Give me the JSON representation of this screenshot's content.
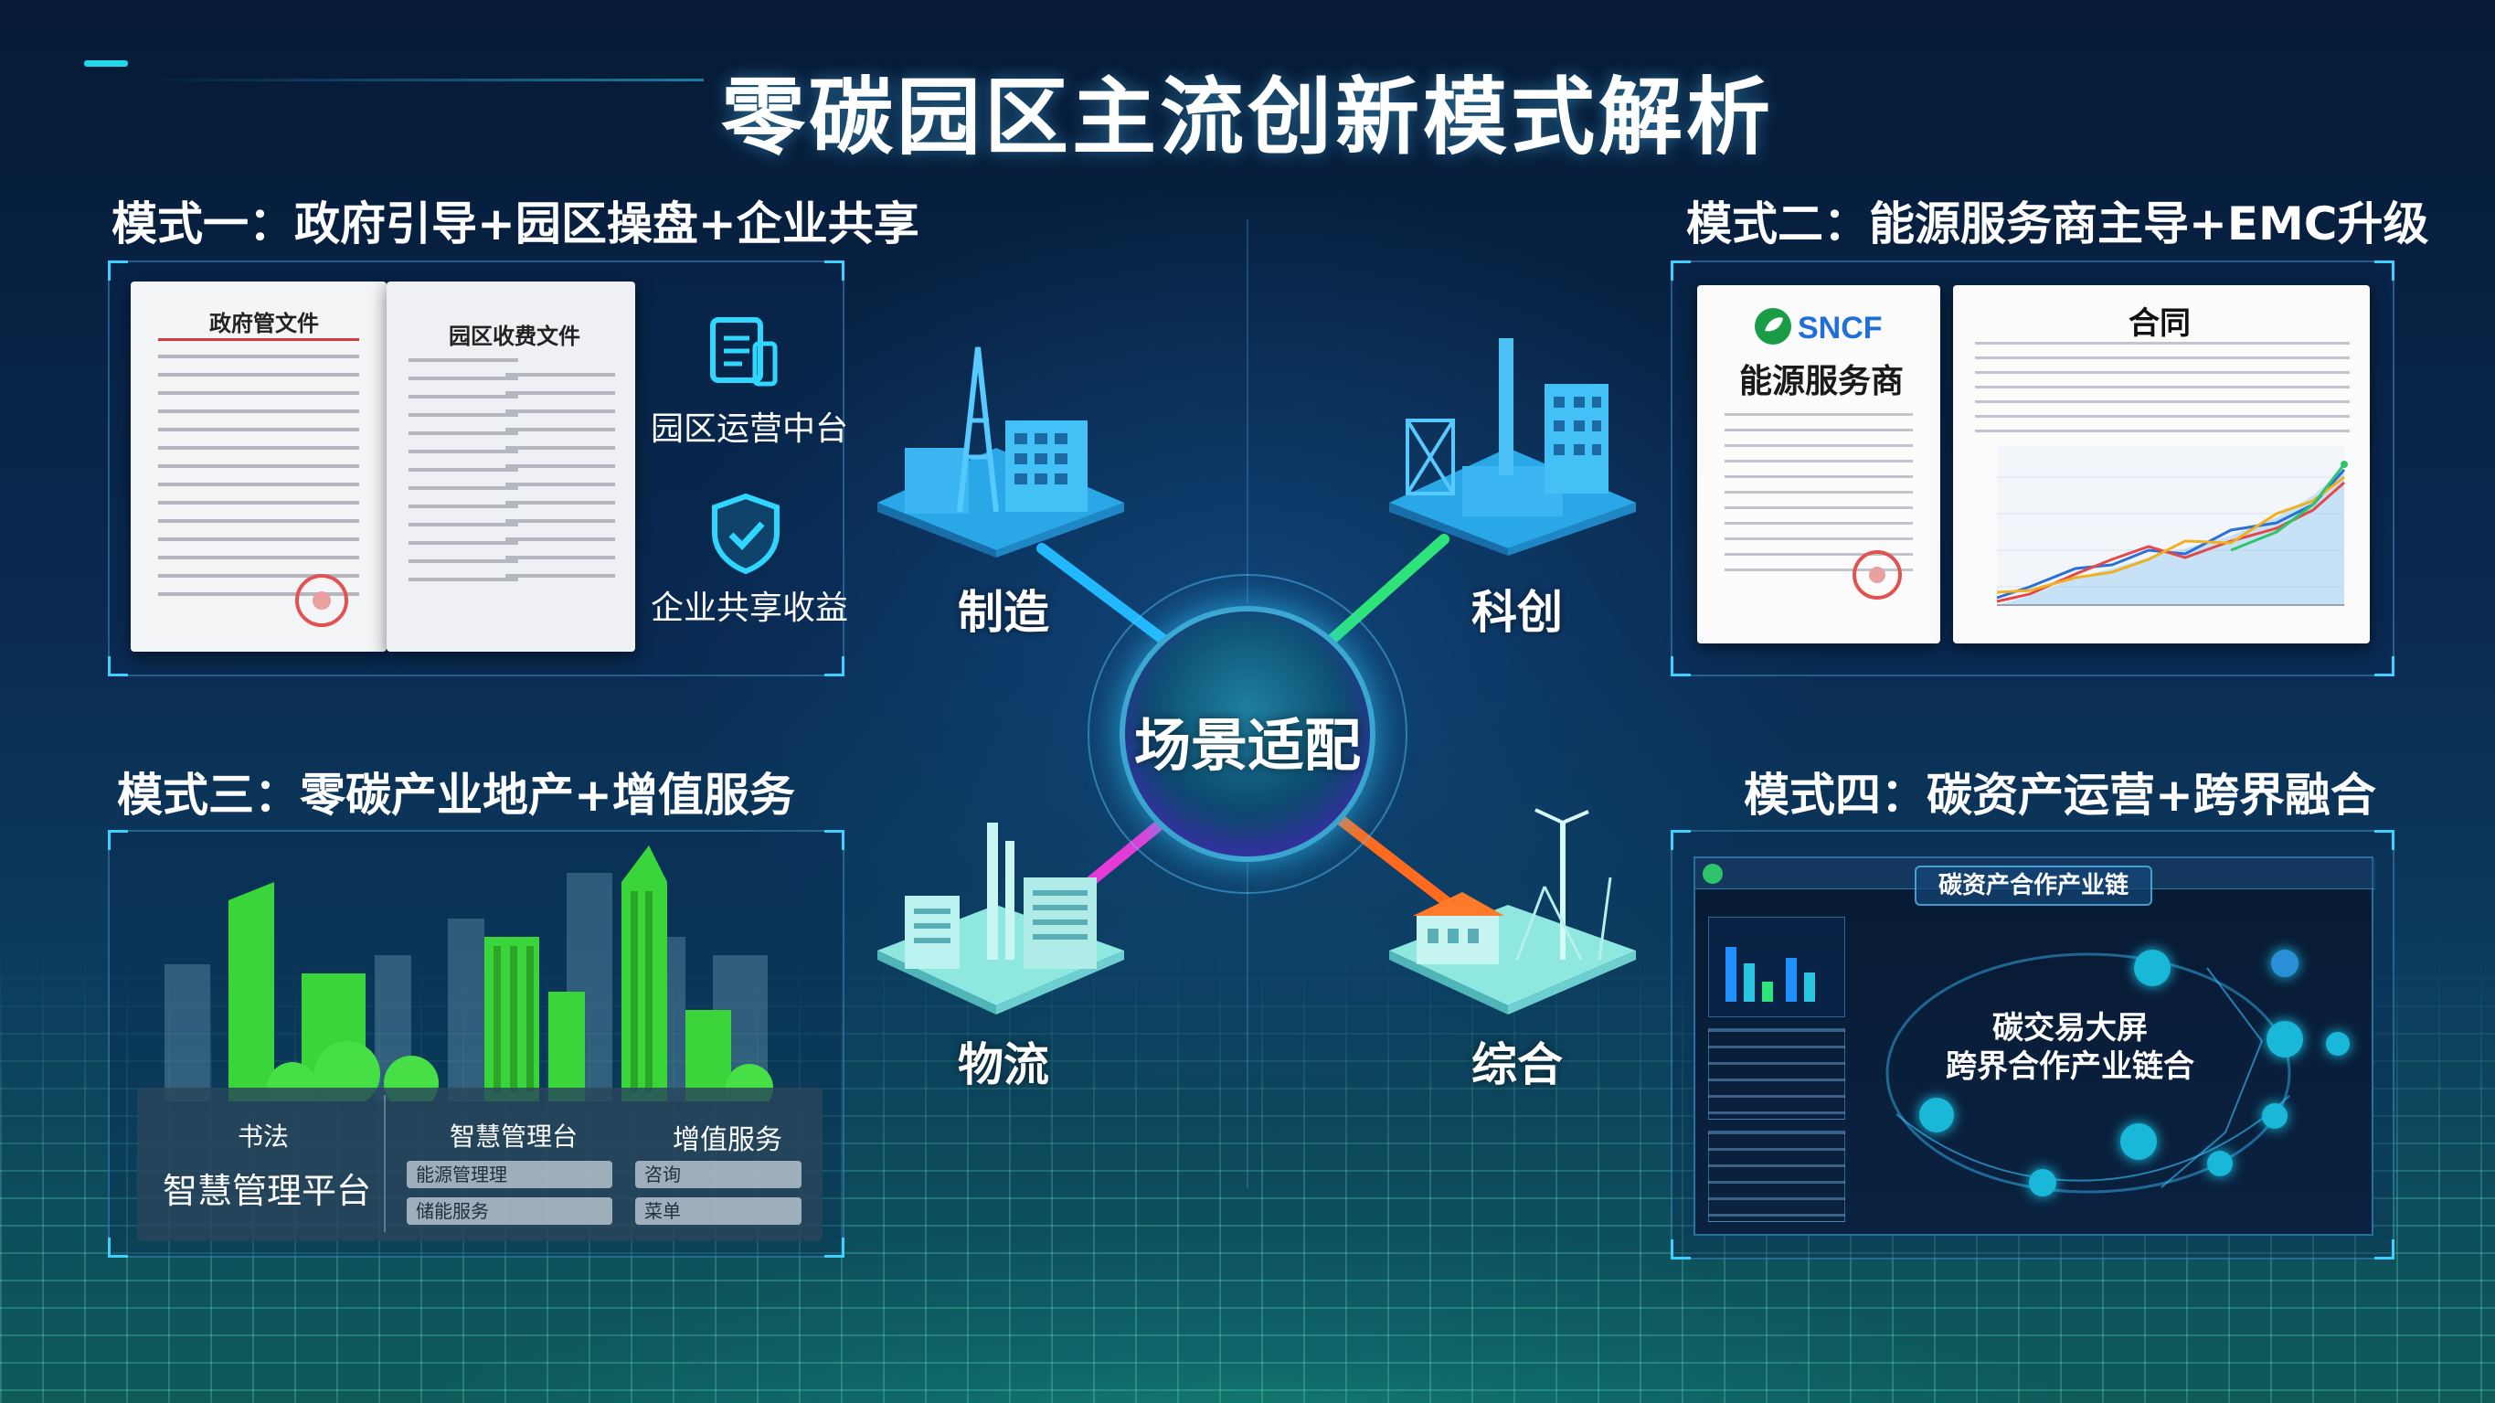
{
  "title": "零碳园区主流创新模式解析",
  "modes": {
    "m1": {
      "heading": "模式一：政府引导+园区操盘+企业共享",
      "doc_left_title": "政府管文件",
      "doc_right_title": "园区收费文件",
      "icon1_label": "园区运营中台",
      "icon2_label": "企业共享收益"
    },
    "m2": {
      "heading": "模式二：能源服务商主导+EMC升级",
      "logo_text": "SNCF",
      "card_title": "能源服务商",
      "contract_title": "合同"
    },
    "m3": {
      "heading": "模式三：零碳产业地产+增值服务",
      "col1_title": "书法",
      "col1_main": "智慧管理平台",
      "col2_title": "智慧管理台",
      "col2_items": [
        "能源管理理",
        "储能服务"
      ],
      "col3_title": "增值服务",
      "col3_items": [
        "咨询",
        "菜单"
      ]
    },
    "m4": {
      "heading": "模式四：碳资产运营+跨界融合",
      "dash_title": "碳资产合作产业链",
      "dash_line1": "碳交易大屏",
      "dash_line2": "跨界合作产业链合"
    }
  },
  "hub": {
    "label": "场景适配"
  },
  "scenes": {
    "manufacturing": "制造",
    "innovation": "科创",
    "logistics": "物流",
    "comprehensive": "综合"
  },
  "colors": {
    "accent_cyan": "#1fd8e8",
    "link_manufacturing": "#22b8ff",
    "link_innovation": "#2ee37a",
    "link_logistics": "#e43bd6",
    "link_comprehensive": "#ff6a1e",
    "building_green": "#3ad53a"
  },
  "icons": [
    "document-icon",
    "shield-check-icon",
    "factory-icon",
    "power-plant-icon",
    "warehouse-icon",
    "wind-turbine-icon",
    "leaf-logo-icon"
  ]
}
